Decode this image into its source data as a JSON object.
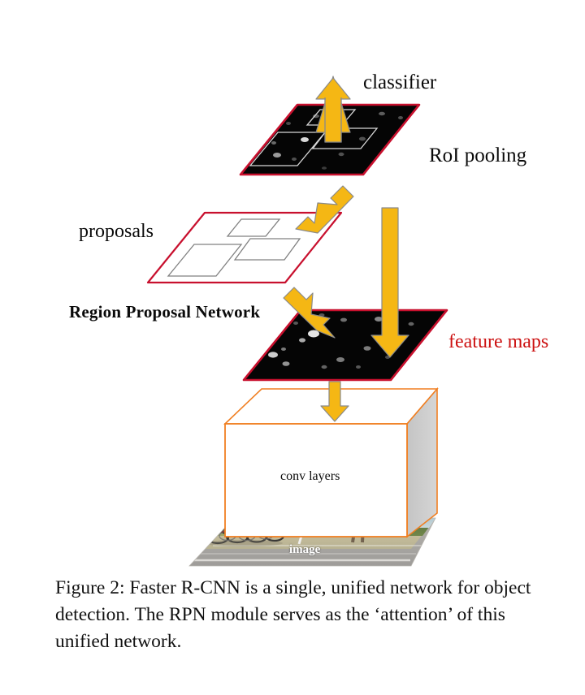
{
  "figure": {
    "caption": "Figure 2: Faster R-CNN is a single, unified network for object detection. The RPN module serves as the ‘attention’ of this unified network.",
    "labels": {
      "classifier": "classifier",
      "roi_pooling": "RoI pooling",
      "proposals": "proposals",
      "region_proposal_network": "Region Proposal Network",
      "feature_maps": "feature maps",
      "conv_layers": "conv layers",
      "image": "image"
    },
    "colors": {
      "arrow_fill": "#F5B714",
      "arrow_stroke": "#8a8a8a",
      "plane_border_red": "#c8102e",
      "feature_plane_fill": "#050505",
      "proposal_plane_fill": "#ffffff",
      "proposal_box_stroke": "#808080",
      "roi_box_stroke": "#d8d8d8",
      "conv_box_stroke": "#f07f22",
      "conv_box_front_fill": "#ffffff",
      "conv_box_side_fill": "#cccccc",
      "feature_maps_text": "#cc1111",
      "image_label_text": "#ffffff",
      "caption_text": "#111111"
    },
    "diagram": {
      "type": "architecture-stack",
      "layers": [
        {
          "name": "image",
          "kind": "photo-plane",
          "label": "image"
        },
        {
          "name": "conv-layers",
          "kind": "3d-box",
          "label": "conv layers"
        },
        {
          "name": "feature-maps",
          "kind": "dark-plane",
          "label": "feature maps"
        },
        {
          "name": "proposals",
          "kind": "light-plane",
          "label": "proposals"
        },
        {
          "name": "roi-pooling-plane",
          "kind": "dark-plane",
          "label": "RoI pooling"
        }
      ],
      "arrows": [
        {
          "name": "image-to-conv",
          "direction": "up"
        },
        {
          "name": "conv-to-feature-maps",
          "direction": "up"
        },
        {
          "name": "feature-maps-to-rpn",
          "direction": "up-left"
        },
        {
          "name": "proposals-to-roi",
          "direction": "up-right"
        },
        {
          "name": "feature-maps-to-roi",
          "direction": "up"
        },
        {
          "name": "roi-to-classifier",
          "direction": "up"
        }
      ]
    }
  }
}
